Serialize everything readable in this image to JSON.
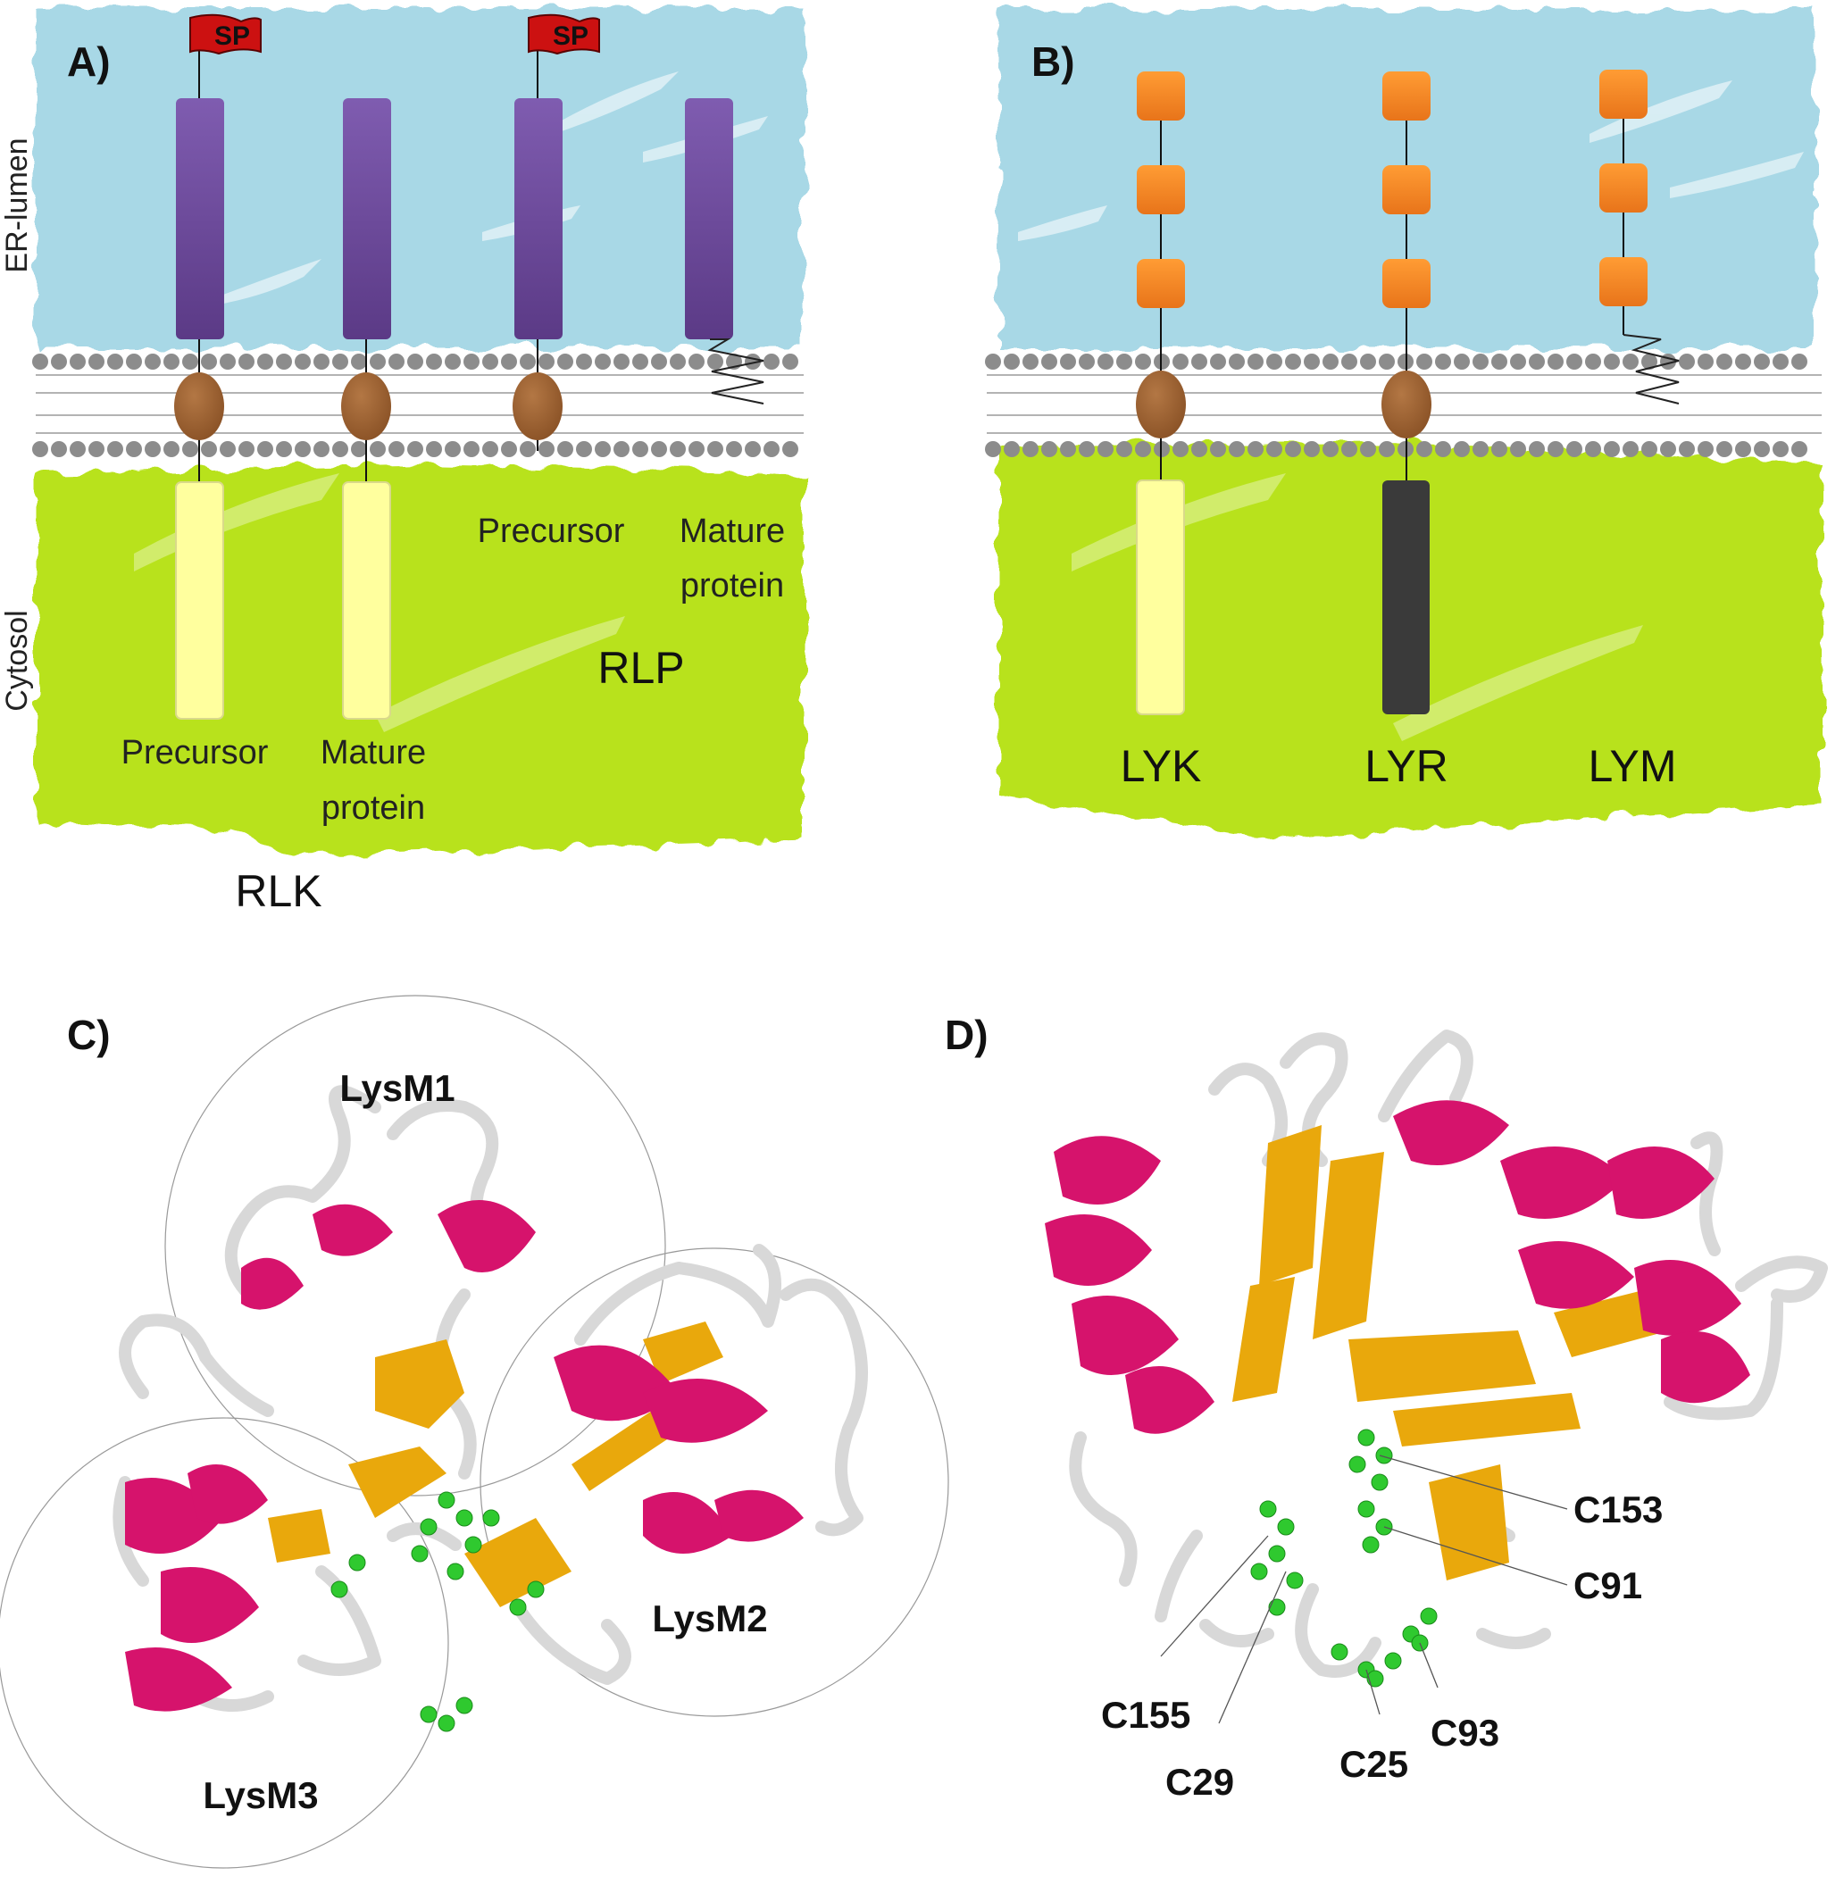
{
  "panels": {
    "a": {
      "letter": "A)",
      "lumen_label": "ER-lumen",
      "cytosol_label": "Cytosol",
      "signal_peptide": "SP",
      "rlk_precursor": "Precursor",
      "rlk_mature_line1": "Mature",
      "rlk_mature_line2": "protein",
      "rlp_precursor": "Precursor",
      "rlp_mature_line1": "Mature",
      "rlp_mature_line2": "protein",
      "rlk_label": "RLK",
      "rlp_label": "RLP"
    },
    "b": {
      "letter": "B)",
      "lyk_label": "LYK",
      "lyr_label": "LYR",
      "lym_label": "LYM"
    },
    "c": {
      "letter": "C)",
      "lysm1": "LysM1",
      "lysm2": "LysM2",
      "lysm3": "LysM3"
    },
    "d": {
      "letter": "D)",
      "residues": [
        "C153",
        "C91",
        "C155",
        "C29",
        "C25",
        "C93"
      ]
    }
  },
  "colors": {
    "lumen": "#a8d8e6",
    "cytosol": "#b8e21e",
    "lipid_head": "#8c8c8c",
    "ectodomain": "#7b55a8",
    "transmembrane": "#9a6236",
    "kinase": "#ffff9e",
    "pseudokinase": "#3a3a3a",
    "lysm_module": "#f7891e",
    "signal_peptide": "#cc1111",
    "helix": "#d6136c",
    "strand": "#e9a80c",
    "coil": "#d8d8d8",
    "cysteine": "#2fc92f"
  }
}
